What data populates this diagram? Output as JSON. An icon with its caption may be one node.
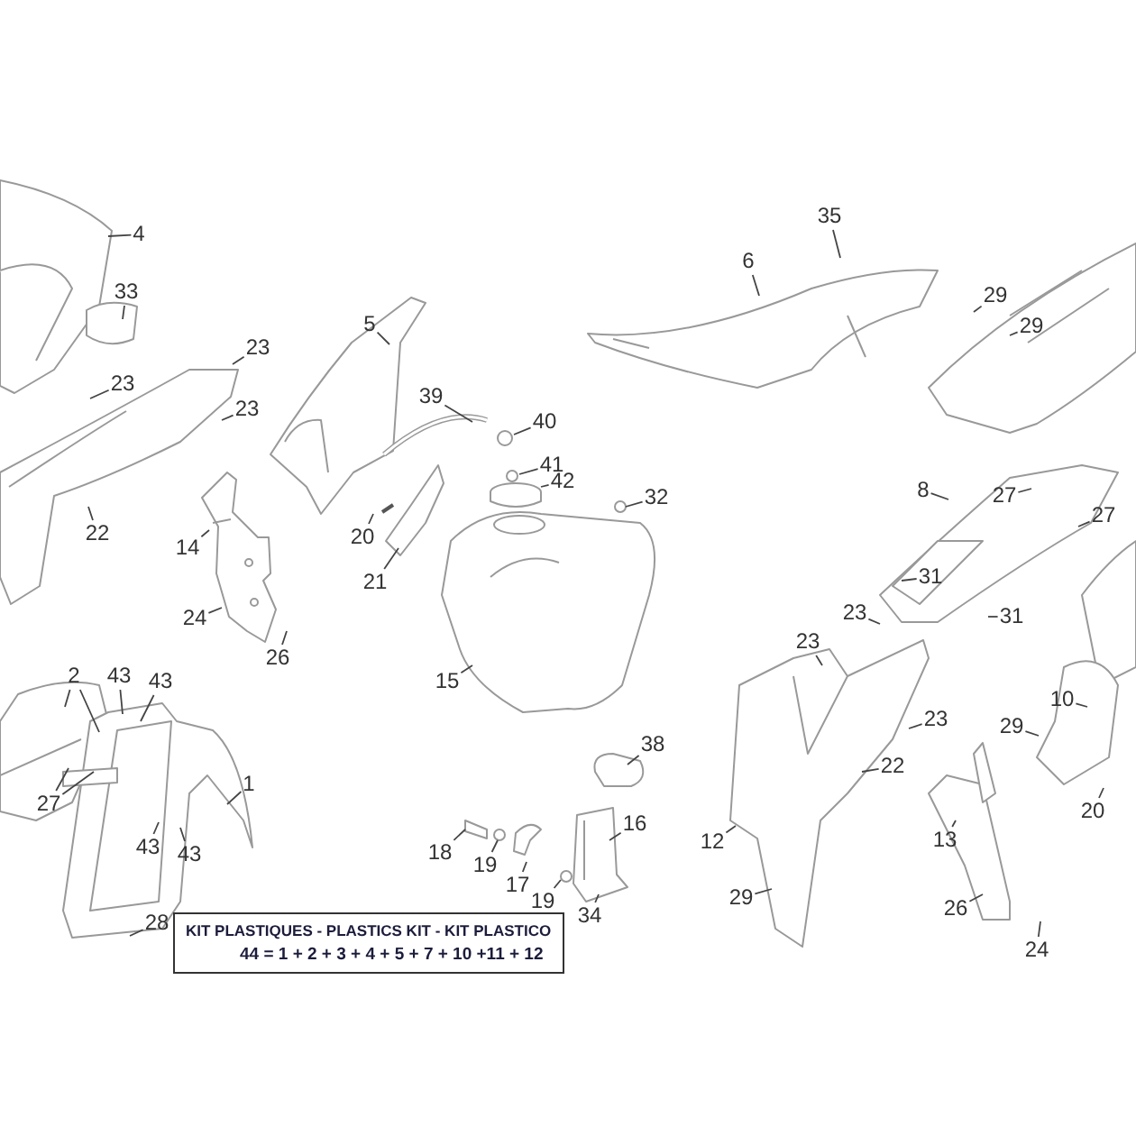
{
  "diagram": {
    "nodes": [
      {
        "text": [
          "4"
        ]
      },
      {
        "text": [
          "33"
        ]
      },
      {
        "text": [
          "23"
        ]
      },
      {
        "text": [
          "23"
        ]
      },
      {
        "text": [
          "23"
        ]
      },
      {
        "text": [
          "22"
        ]
      },
      {
        "text": [
          "5"
        ]
      },
      {
        "text": [
          "39"
        ]
      },
      {
        "text": [
          "40"
        ]
      },
      {
        "text": [
          "41"
        ]
      },
      {
        "text": [
          "42"
        ]
      },
      {
        "text": [
          "32"
        ]
      },
      {
        "text": [
          "20"
        ]
      },
      {
        "text": [
          "21"
        ]
      },
      {
        "text": [
          "14"
        ]
      },
      {
        "text": [
          "24"
        ]
      },
      {
        "text": [
          "26"
        ]
      },
      {
        "text": [
          "15"
        ]
      },
      {
        "text": [
          "35"
        ]
      },
      {
        "text": [
          "6"
        ]
      },
      {
        "text": [
          "29"
        ]
      },
      {
        "text": [
          "29"
        ]
      },
      {
        "text": [
          "8"
        ]
      },
      {
        "text": [
          "27"
        ]
      },
      {
        "text": [
          "27"
        ]
      },
      {
        "text": [
          "31"
        ]
      },
      {
        "text": [
          "31"
        ]
      },
      {
        "text": [
          "23"
        ]
      },
      {
        "text": [
          "23"
        ]
      },
      {
        "text": [
          "23"
        ]
      },
      {
        "text": [
          "22"
        ]
      },
      {
        "text": [
          "12"
        ]
      },
      {
        "text": [
          "29"
        ]
      },
      {
        "text": [
          "10"
        ]
      },
      {
        "text": [
          "29"
        ]
      },
      {
        "text": [
          "20"
        ]
      },
      {
        "text": [
          "13"
        ]
      },
      {
        "text": [
          "26"
        ]
      },
      {
        "text": [
          "24"
        ]
      },
      {
        "text": [
          "38"
        ]
      },
      {
        "text": [
          "16"
        ]
      },
      {
        "text": [
          "34"
        ]
      },
      {
        "text": [
          "18"
        ]
      },
      {
        "text": [
          "19"
        ]
      },
      {
        "text": [
          "17"
        ]
      },
      {
        "text": [
          "19"
        ]
      },
      {
        "text": [
          "2"
        ]
      },
      {
        "text": [
          "43"
        ]
      },
      {
        "text": [
          "43"
        ]
      },
      {
        "text": [
          "27"
        ]
      },
      {
        "text": [
          "43"
        ]
      },
      {
        "text": [
          "43"
        ]
      },
      {
        "text": [
          "1"
        ]
      },
      {
        "text": [
          "28"
        ]
      },
      {
        "text": [
          "KIT PLASTIQUES - PLASTICS KIT - KIT PLASTICO",
          "44 = 1 + 2 + 3 + 4 + 5 + 7 + 10 +11 + 12"
        ]
      }
    ],
    "edges": [
      {
        "from": 0,
        "to": null,
        "arrow": "none"
      },
      {
        "from": 1,
        "to": null,
        "arrow": "none"
      },
      {
        "from": 2,
        "to": null,
        "arrow": "none"
      },
      {
        "from": 3,
        "to": null,
        "arrow": "none"
      },
      {
        "from": 4,
        "to": null,
        "arrow": "none"
      },
      {
        "from": 5,
        "to": null,
        "arrow": "none"
      },
      {
        "from": 6,
        "to": null,
        "arrow": "none"
      },
      {
        "from": 7,
        "to": null,
        "arrow": "none"
      },
      {
        "from": 8,
        "to": null,
        "arrow": "none"
      },
      {
        "from": 9,
        "to": null,
        "arrow": "none"
      },
      {
        "from": 10,
        "to": null,
        "arrow": "none"
      },
      {
        "from": 11,
        "to": null,
        "arrow": "none"
      },
      {
        "from": 12,
        "to": null,
        "arrow": "none"
      },
      {
        "from": 13,
        "to": null,
        "arrow": "none"
      },
      {
        "from": 14,
        "to": null,
        "arrow": "none"
      },
      {
        "from": 15,
        "to": null,
        "arrow": "none"
      },
      {
        "from": 16,
        "to": null,
        "arrow": "none"
      },
      {
        "from": 17,
        "to": null,
        "arrow": "none"
      },
      {
        "from": 18,
        "to": null,
        "arrow": "none"
      },
      {
        "from": 19,
        "to": null,
        "arrow": "none"
      },
      {
        "from": 20,
        "to": null,
        "arrow": "none"
      },
      {
        "from": 21,
        "to": null,
        "arrow": "none"
      },
      {
        "from": 22,
        "to": null,
        "arrow": "none"
      },
      {
        "from": 23,
        "to": null,
        "arrow": "none"
      },
      {
        "from": 24,
        "to": null,
        "arrow": "none"
      },
      {
        "from": 25,
        "to": null,
        "arrow": "none"
      },
      {
        "from": 26,
        "to": null,
        "arrow": "none"
      },
      {
        "from": 27,
        "to": null,
        "arrow": "none"
      },
      {
        "from": 28,
        "to": null,
        "arrow": "none"
      },
      {
        "from": 29,
        "to": null,
        "arrow": "none"
      },
      {
        "from": 30,
        "to": null,
        "arrow": "none"
      },
      {
        "from": 31,
        "to": null,
        "arrow": "none"
      },
      {
        "from": 32,
        "to": null,
        "arrow": "none"
      },
      {
        "from": 33,
        "to": null,
        "arrow": "none"
      },
      {
        "from": 34,
        "to": null,
        "arrow": "none"
      },
      {
        "from": 35,
        "to": null,
        "arrow": "none"
      },
      {
        "from": 36,
        "to": null,
        "arrow": "none"
      },
      {
        "from": 37,
        "to": null,
        "arrow": "none"
      },
      {
        "from": 38,
        "to": null,
        "arrow": "none"
      },
      {
        "from": 39,
        "to": null,
        "arrow": "none"
      },
      {
        "from": 40,
        "to": null,
        "arrow": "none"
      },
      {
        "from": 41,
        "to": null,
        "arrow": "none"
      },
      {
        "from": 42,
        "to": null,
        "arrow": "none"
      },
      {
        "from": 43,
        "to": null,
        "arrow": "none"
      },
      {
        "from": 44,
        "to": null,
        "arrow": "none"
      },
      {
        "from": 45,
        "to": null,
        "arrow": "none"
      },
      {
        "from": 46,
        "to": null,
        "arrow": "none"
      },
      {
        "from": 47,
        "to": null,
        "arrow": "none"
      },
      {
        "from": 48,
        "to": null,
        "arrow": "none"
      },
      {
        "from": 49,
        "to": null,
        "arrow": "none"
      },
      {
        "from": 50,
        "to": null,
        "arrow": "none"
      },
      {
        "from": 51,
        "to": null,
        "arrow": "none"
      },
      {
        "from": 52,
        "to": null,
        "arrow": "none"
      },
      {
        "from": 53,
        "to": null,
        "arrow": "none"
      },
      {
        "from": 46,
        "to": null,
        "arrow": "none"
      },
      {
        "from": 49,
        "to": null,
        "arrow": "none"
      }
    ]
  }
}
